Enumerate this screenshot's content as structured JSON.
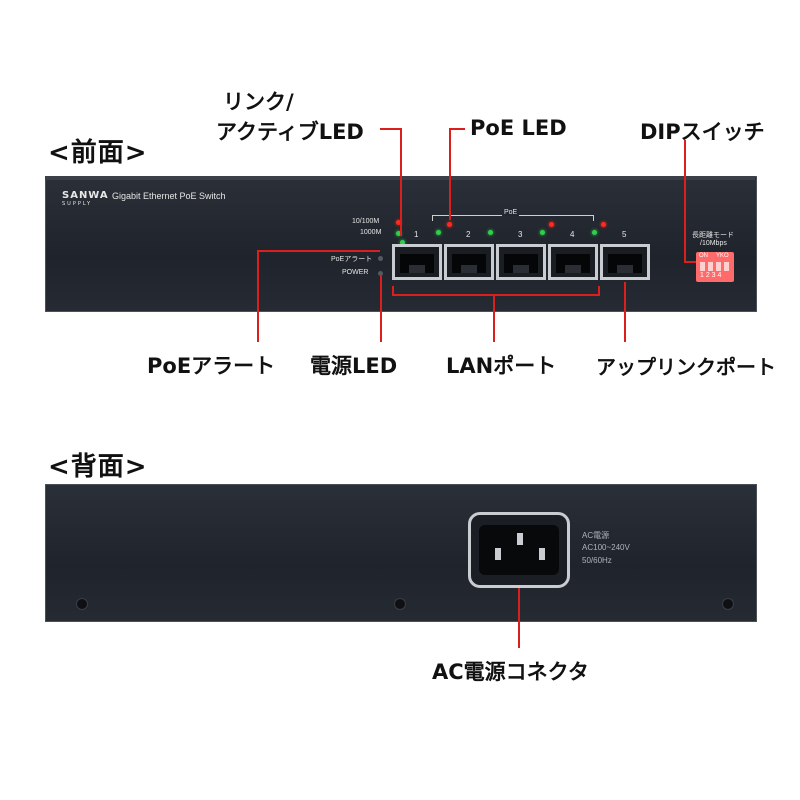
{
  "front": {
    "heading": "<前面>",
    "brand_line1": "SANWA",
    "brand_line2": "SUPPLY",
    "product_name": "Gigabit Ethernet PoE Switch",
    "speed_label_10_100": "10/100M",
    "speed_label_1000": "1000M",
    "poe_group_label": "PoE",
    "poe_alert_label": "PoEアラート",
    "power_label": "POWER",
    "port_numbers": [
      "1",
      "2",
      "3",
      "4",
      "5"
    ],
    "dip_label_line1": "長距離モード",
    "dip_label_line2": "/10Mbps",
    "dip_on": "ON",
    "dip_yko": "YKO",
    "dip_numbers": "1 2 3 4"
  },
  "front_callouts": {
    "link_led_line1": "リンク/",
    "link_led_line2": "アクティブLED",
    "poe_led": "PoE LED",
    "dip_switch": "DIPスイッチ",
    "poe_alert": "PoEアラート",
    "power_led": "電源LED",
    "lan_port": "LANポート",
    "uplink_port": "アップリンクポート"
  },
  "back": {
    "heading": "<背面>",
    "ac_text_line1": "AC電源",
    "ac_text_line2": "AC100~240V",
    "ac_text_line3": "50/60Hz"
  },
  "back_callouts": {
    "ac_connector": "AC電源コネクタ"
  },
  "colors": {
    "callout_line": "#d9201c",
    "led_green": "#2ed04a",
    "led_red": "#ff2a1f",
    "panel": "#23272f",
    "dip_switch": "#ff6a6a"
  }
}
